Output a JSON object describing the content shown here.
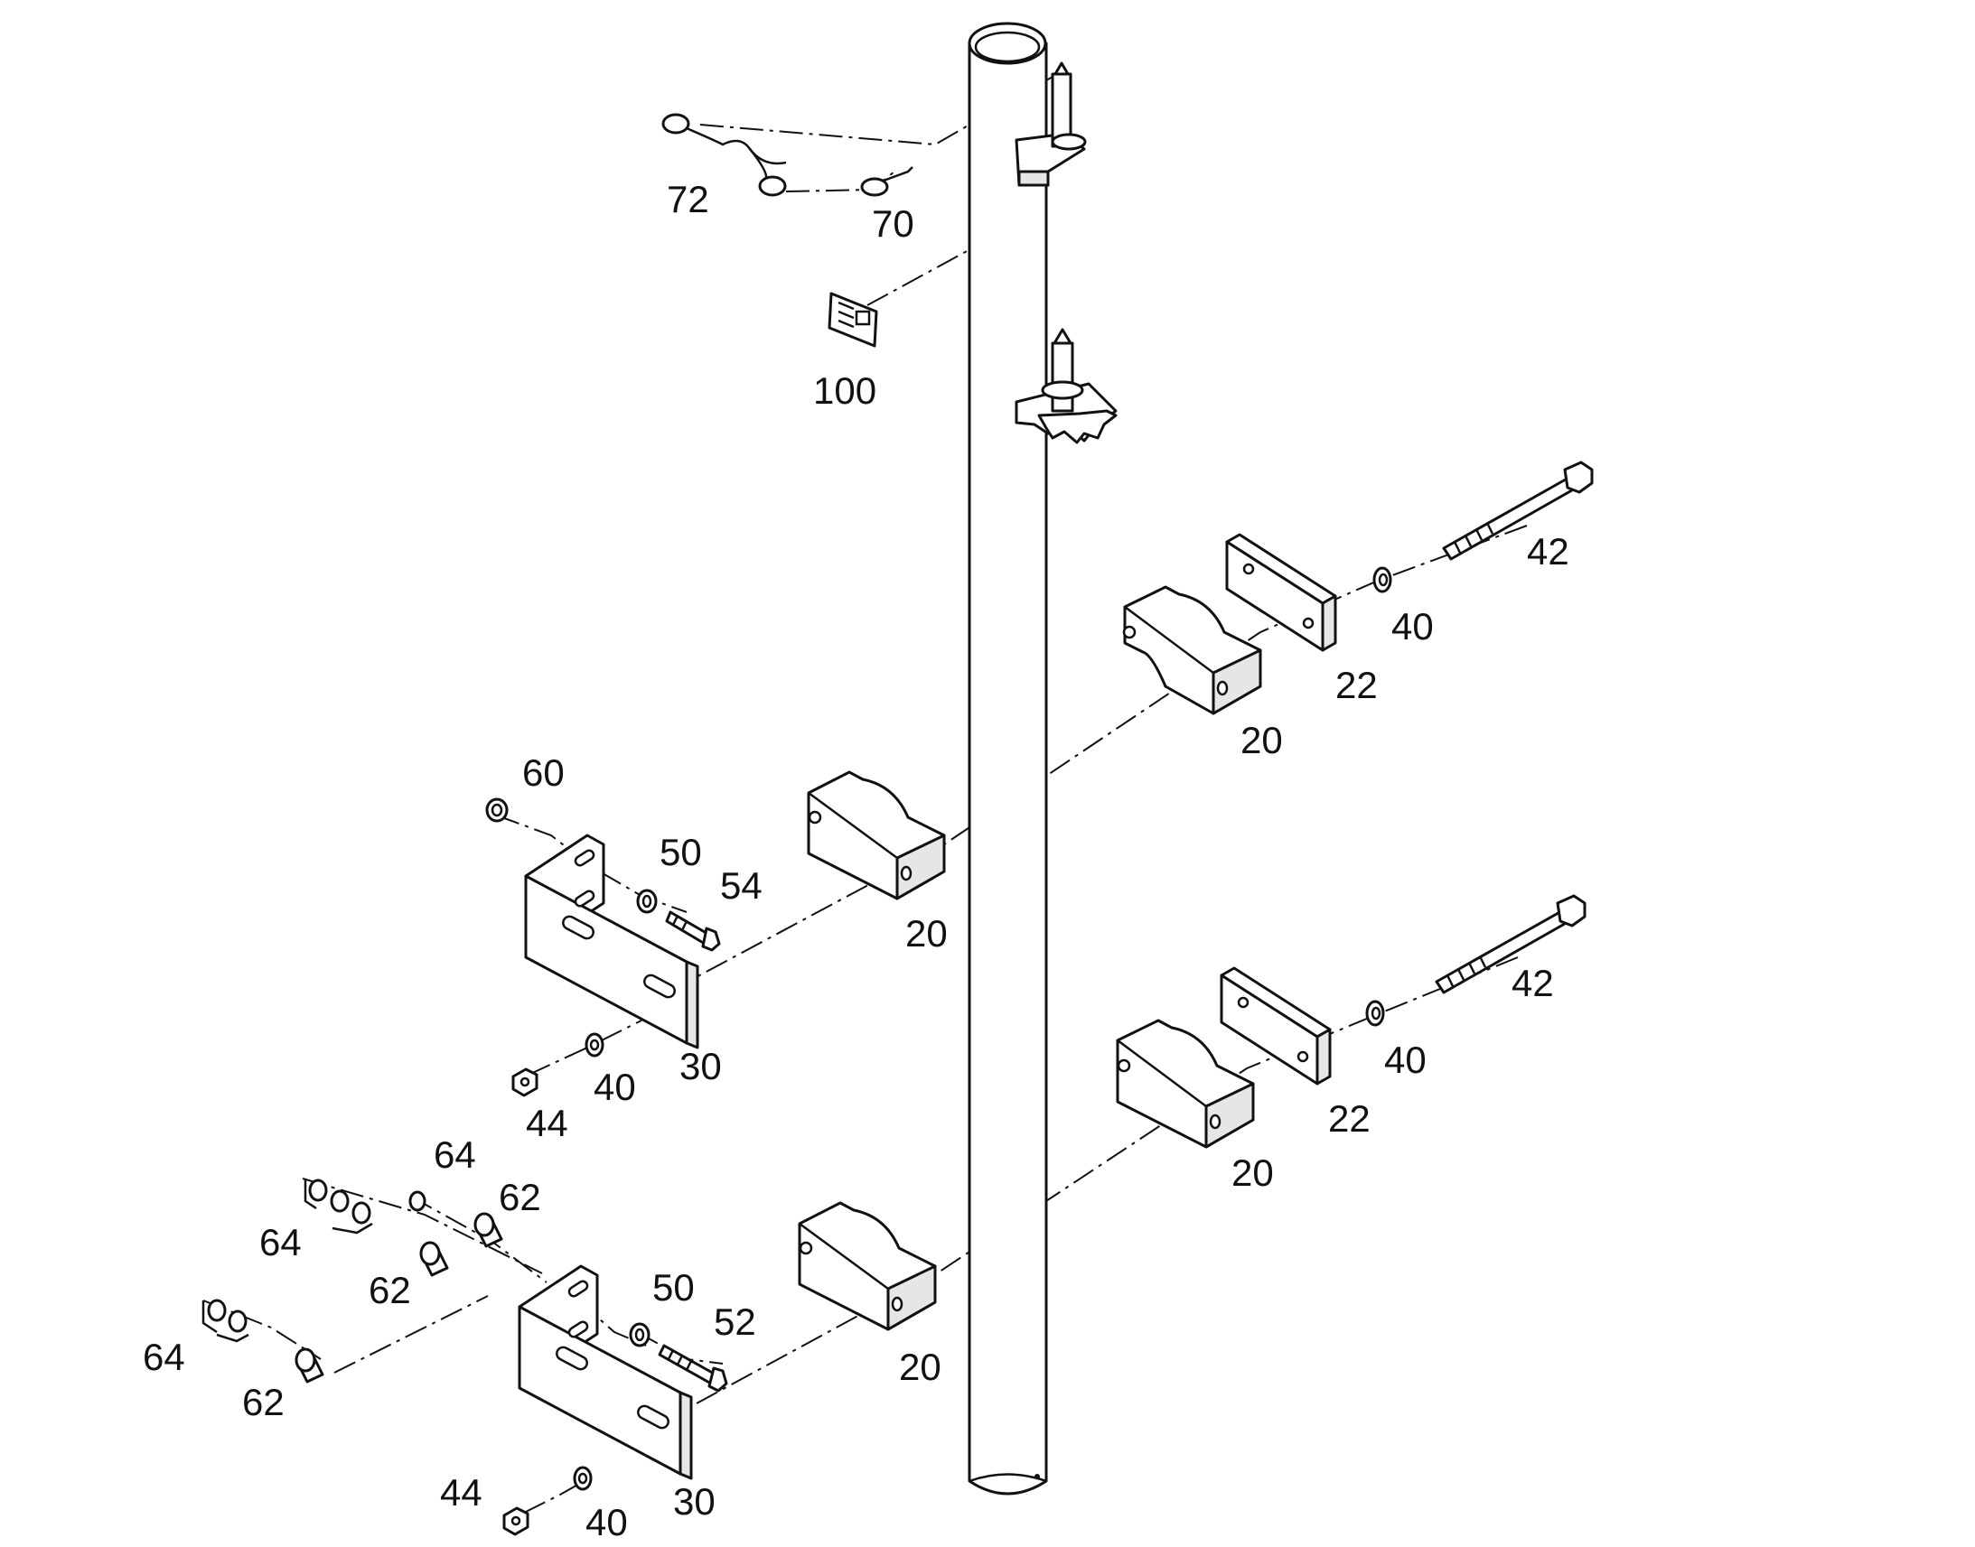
{
  "callouts": {
    "c72": "72",
    "c70": "70",
    "c100": "100",
    "c42_upper": "42",
    "c40_upper": "40",
    "c22_upper": "22",
    "c20_upper_back": "20",
    "c60": "60",
    "c50_upper": "50",
    "c54": "54",
    "c20_upper_front": "20",
    "c30_upper": "30",
    "c40_upper_front": "40",
    "c44_upper": "44",
    "c42_lower": "42",
    "c40_lower": "40",
    "c22_lower": "22",
    "c20_lower_back": "20",
    "c64_top": "64",
    "c62_top": "62",
    "c64_left": "64",
    "c62_mid": "62",
    "c50_lower": "50",
    "c52": "52",
    "c20_lower_front": "20",
    "c64_bottom": "64",
    "c62_bottom": "62",
    "c44_lower": "44",
    "c40_lower_front": "40",
    "c30_lower": "30"
  },
  "colors": {
    "line": "#111111",
    "background": "#ffffff",
    "face_shade": "#e6e6e6"
  }
}
